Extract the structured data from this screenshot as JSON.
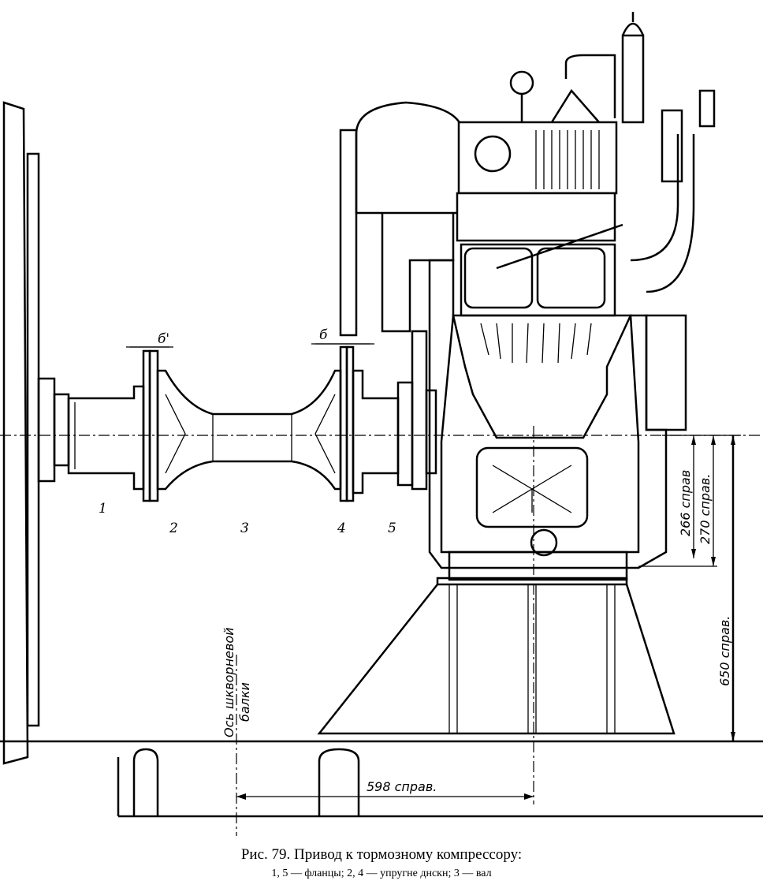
{
  "figure": {
    "caption_title": "Рис. 79. Привод к тормозному компрессору:",
    "caption_legend": "1, 5 — фланцы; 2, 4 — упругне днскн; 3 — вал"
  },
  "part_labels": [
    "1",
    "2",
    "3",
    "4",
    "5"
  ],
  "gap_labels": {
    "left": "б'",
    "right": "б"
  },
  "dimensions": {
    "d266": "266 справ",
    "d270": "270 справ.",
    "d650": "650 справ.",
    "d598": "598 справ."
  },
  "axis_label": {
    "line1": "Ось шкворневой",
    "line2": "балки"
  }
}
